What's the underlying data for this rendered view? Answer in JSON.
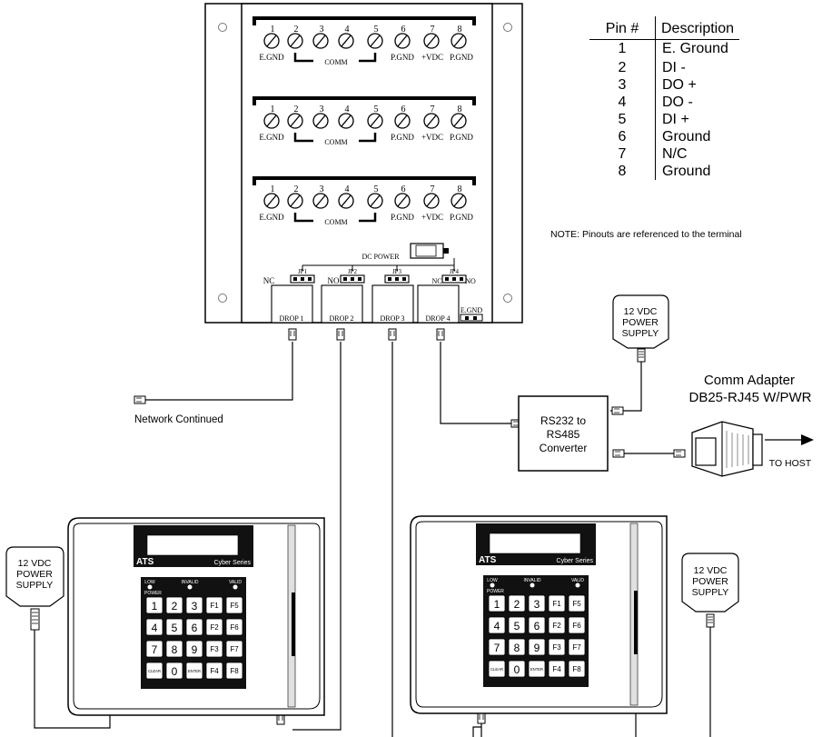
{
  "pin_table": {
    "headers": [
      "Pin #",
      "Description"
    ],
    "rows": [
      [
        "1",
        "E. Ground"
      ],
      [
        "2",
        "DI -"
      ],
      [
        "3",
        "DO +"
      ],
      [
        "4",
        "DO -"
      ],
      [
        "5",
        "DI +"
      ],
      [
        "6",
        "Ground"
      ],
      [
        "7",
        "N/C"
      ],
      [
        "8",
        "Ground"
      ]
    ],
    "note": "NOTE: Pinouts are referenced to the terminal"
  },
  "terminal_box": {
    "pin_numbers": [
      "1",
      "2",
      "3",
      "4",
      "5",
      "6",
      "7",
      "8"
    ],
    "labels": {
      "egnd": "E.GND",
      "comm": "COMM",
      "pgnd": "P.GND",
      "vdc": "+VDC"
    },
    "dc_power": "DC POWER",
    "jumpers": [
      "JP1",
      "JP2",
      "JP3",
      "JP4"
    ],
    "nc": "NC",
    "no": "NO",
    "drops": [
      "DROP 1",
      "DROP 2",
      "DROP 3",
      "DROP 4"
    ],
    "egnd_small": "E.GND"
  },
  "network": {
    "label": "Network Continued"
  },
  "converter": {
    "line1": "RS232 to",
    "line2": "RS485",
    "line3": "Converter"
  },
  "power_supply": {
    "line1": "12 VDC",
    "line2": "POWER",
    "line3": "SUPPLY"
  },
  "comm_adapter": {
    "line1": "Comm Adapter",
    "line2": "DB25-RJ45 W/PWR"
  },
  "to_host": "TO HOST",
  "terminal": {
    "brand": "ATS",
    "series": "Cyber Series",
    "leds": [
      "LOW",
      "INVALID",
      "VALID"
    ],
    "power": "POWER",
    "keys": [
      [
        "1",
        "2",
        "3",
        "F1",
        "F5"
      ],
      [
        "4",
        "5",
        "6",
        "F2",
        "F6"
      ],
      [
        "7",
        "8",
        "9",
        "F3",
        "F7"
      ],
      [
        "CLEAR",
        "0",
        "ENTER",
        "F4",
        "F8"
      ]
    ]
  }
}
